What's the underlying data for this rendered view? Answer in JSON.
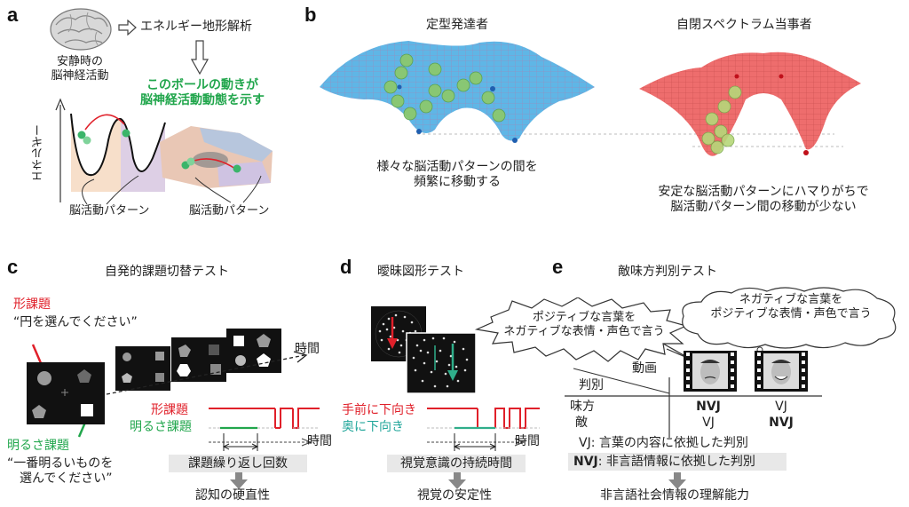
{
  "panels": {
    "a": {
      "label": "a",
      "arrow_title": "エネルギー地形解析",
      "resting_line1": "安静時の",
      "resting_line2": "脳神経活動",
      "ball_line1": "このボールの動きが",
      "ball_line2": "脳神経活動動態を示す",
      "energy_axis": "エネルギー",
      "pattern_left": "脳活動パターン",
      "pattern_right": "脳活動パターン"
    },
    "b": {
      "label": "b",
      "td_title": "定型発達者",
      "asd_title": "自閉スペクトラム当事者",
      "td_caption1": "様々な脳活動パターンの間を",
      "td_caption2": "頻繁に移動する",
      "asd_caption1": "安定な脳活動パターンにハマりがちで",
      "asd_caption2": "脳活動パターン間の移動が少ない"
    },
    "c": {
      "label": "c",
      "title": "自発的課題切替テスト",
      "shape_task": "形課題",
      "shape_instr": "“円を選んでください”",
      "time": "時間",
      "shape_trace": "形課題",
      "bright_trace": "明るさ課題",
      "time2": "時間",
      "bright_task": "明るさ課題",
      "bright_instr1": "“一番明るいものを",
      "bright_instr2": "選んでください”",
      "count_box": "課題繰り返し回数",
      "result": "認知の硬直性"
    },
    "d": {
      "label": "d",
      "title": "曖昧図形テスト",
      "down_front": "手前に下向き",
      "down_back": "奥に下向き",
      "time": "時間",
      "duration_box": "視覚意識の持続時間",
      "result": "視覚の安定性"
    },
    "e": {
      "label": "e",
      "title": "敵味方判別テスト",
      "bubble_left1": "ポジティブな言葉を",
      "bubble_left2": "ネガティブな表情・声色で言う",
      "bubble_right1": "ネガティブな言葉を",
      "bubble_right2": "ポジティブな表情・声色で言う",
      "col_header": "動画",
      "row_header": "判別",
      "row1_label": "味方",
      "row2_label": "敵",
      "r1c1": "NVJ",
      "r1c2": "VJ",
      "r2c1": "VJ",
      "r2c2": "NVJ",
      "vj_def": "VJ: 言葉の内容に依拠した判別",
      "nvj_key": "NVJ",
      "nvj_def": ": 非言語情報に依拠した判別",
      "result": "非言語社会情報の理解能力"
    }
  },
  "colors": {
    "td_surface": "#5fb6e6",
    "asd_surface": "#ee6d6d",
    "ball": "#8cc96b",
    "green": "#21a64c",
    "red": "#e0202a"
  }
}
